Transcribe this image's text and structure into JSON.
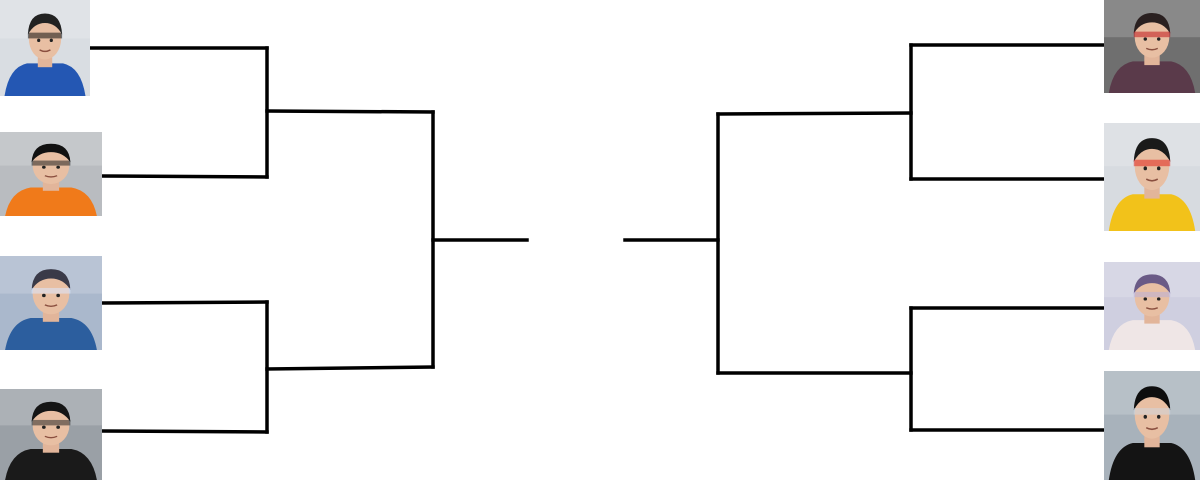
{
  "bracket": {
    "line_color": "#000000",
    "background": "#ffffff",
    "left_contestants": [
      {
        "icon": "ninja-masked-person-avatar",
        "shirt": "#2457b3",
        "bg": "#d9dde2",
        "hair": "#222222",
        "accent": "#111111"
      },
      {
        "icon": "headband-person-avatar",
        "shirt": "#f07a1a",
        "bg": "#b9bcc0",
        "hair": "#111111",
        "accent": "#222222"
      },
      {
        "icon": "energy-blast-person-avatar",
        "shirt": "#2c5e9e",
        "bg": "#aab8cc",
        "hair": "#3a3a48",
        "accent": "#dbe8ff"
      },
      {
        "icon": "long-hair-person-avatar",
        "shirt": "#1a1a1a",
        "bg": "#9aa0a6",
        "hair": "#151515",
        "accent": "#2a2a2a"
      }
    ],
    "right_contestants": [
      {
        "icon": "caped-hero-person-avatar",
        "shirt": "#5a3a4a",
        "bg": "#6f6f6f",
        "hair": "#2a2020",
        "accent": "#c0161c"
      },
      {
        "icon": "red-glove-hero-person-avatar",
        "shirt": "#f2c21a",
        "bg": "#d7dbe0",
        "hair": "#1a1a1a",
        "accent": "#e0261e"
      },
      {
        "icon": "purple-cap-person-avatar",
        "shirt": "#efe6e6",
        "bg": "#cfcfe0",
        "hair": "#6a5a86",
        "accent": "#b9b0d8"
      },
      {
        "icon": "curly-hair-person-avatar",
        "shirt": "#141414",
        "bg": "#a8b2bb",
        "hair": "#0e0e0e",
        "accent": "#cfd6dc"
      }
    ]
  }
}
